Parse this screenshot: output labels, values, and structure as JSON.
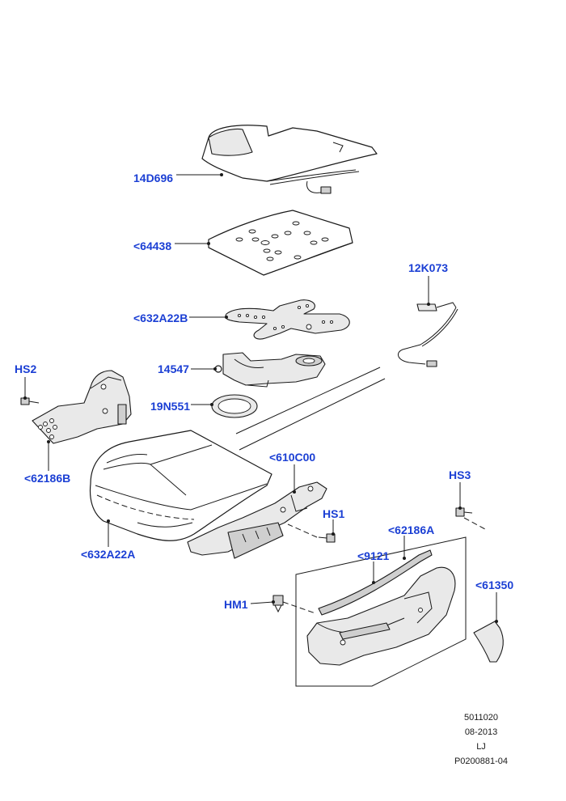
{
  "callouts": {
    "heater_mat": "14D696",
    "cushion_pad": "<64438",
    "suspension_mat": "<632A22B",
    "motor_14547": "14547",
    "harness_12k073": "12K073",
    "ring_19n551": "19N551",
    "screw_hs2": "HS2",
    "inner_shield": "<62186B",
    "cushion_cover": "<632A22A",
    "seat_frame": "<610C00",
    "screw_hs3": "HS3",
    "screw_hs1": "HS1",
    "outer_shield": "<62186A",
    "trim_strip": "<9121",
    "end_cap": "<61350",
    "clip_hm1": "HM1"
  },
  "footer": {
    "code1": "5011020",
    "date": "08-2013",
    "initials": "LJ",
    "ref": "P0200881-04"
  }
}
